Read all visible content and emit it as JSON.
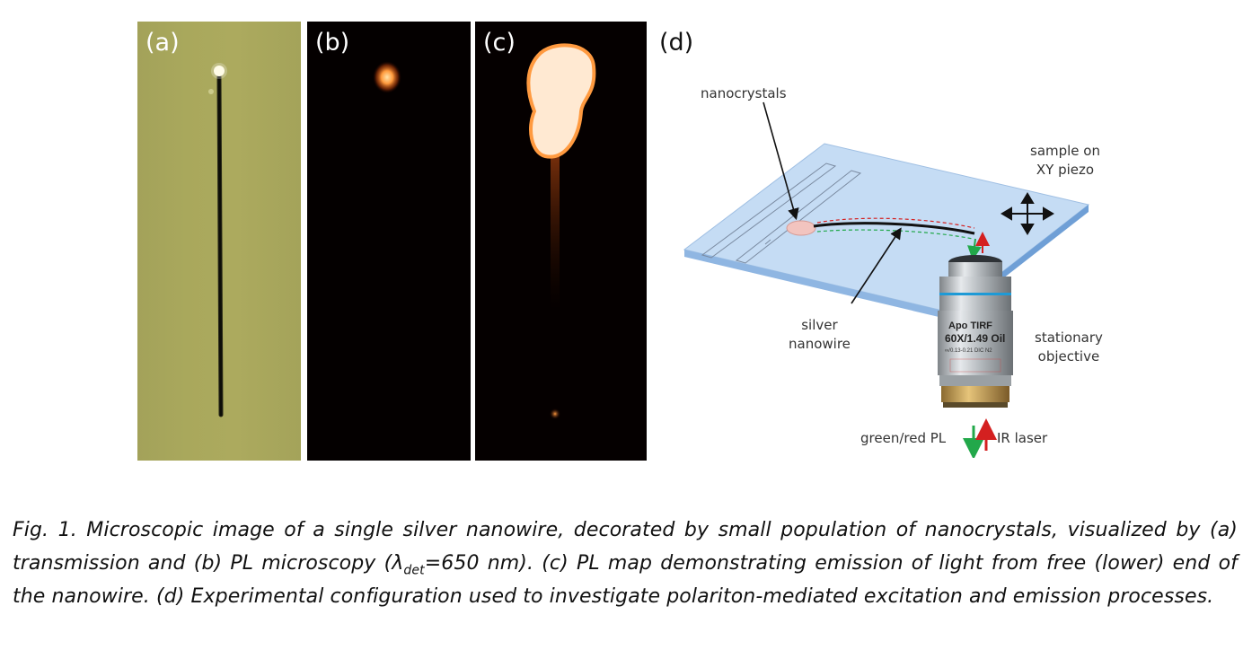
{
  "panels": {
    "a": {
      "label": "(a)"
    },
    "b": {
      "label": "(b)"
    },
    "c": {
      "label": "(c)"
    },
    "d": {
      "label": "(d)"
    }
  },
  "diagram_labels": {
    "nanocrystals": "nanocrystals",
    "sample_line1": "sample on",
    "sample_line2": "XY piezo",
    "silver_line1": "silver",
    "silver_line2": "nanowire",
    "objective_line1": "stationary",
    "objective_line2": "objective",
    "green_red_pl": "green/red PL",
    "ir_laser": "IR laser",
    "objective_text1": "Apo TIRF",
    "objective_text2": "60X/1.49 Oil",
    "objective_text3": "∞/0.13-0.21 DIC N2"
  },
  "caption": {
    "part1": "Fig.  1. Microscopic image of a single silver nanowire, decorated by small population of nanocrystals, visualized by (a) transmission and (b) PL microscopy (",
    "lambda": "λ",
    "subscript": "det",
    "part2": "=650 nm). (c) PL map demonstrating emission of light from free (lower) end of the nanowire. (d) Experimental configuration used to investigate polariton-mediated excitation and emission processes."
  },
  "colors": {
    "transmission_bg": "#a9a85c",
    "pl_bg": "#040000",
    "glow": "#ffb070",
    "green_arrow": "#22a84a",
    "red_arrow": "#d42020",
    "sample_slab": "#bcd6f2"
  }
}
